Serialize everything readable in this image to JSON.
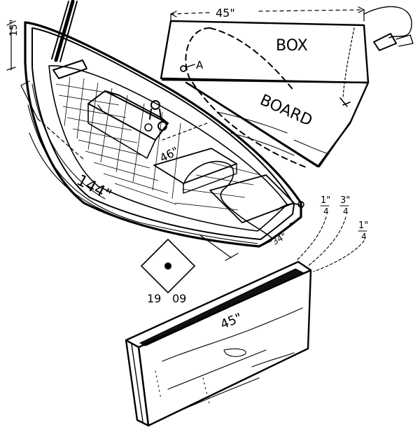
{
  "dimensions": {
    "box_board_length": "45\"",
    "box_length": "45\"",
    "boat_length": "144\"",
    "boat_width_mid": "46\"",
    "boat_depth": "15\"",
    "board_edge": "34\"",
    "thick_1": "1\"",
    "thick_1_den": "4",
    "thick_2": "3\"",
    "thick_2_den": "4",
    "thick_3": "1\"",
    "thick_3_den": "4"
  },
  "labels": {
    "box": "BOX",
    "board": "BOARD",
    "point_a": "A",
    "year_left": "19",
    "year_right": "09"
  },
  "icons": {
    "monogram": "artist-monogram-ornament"
  }
}
